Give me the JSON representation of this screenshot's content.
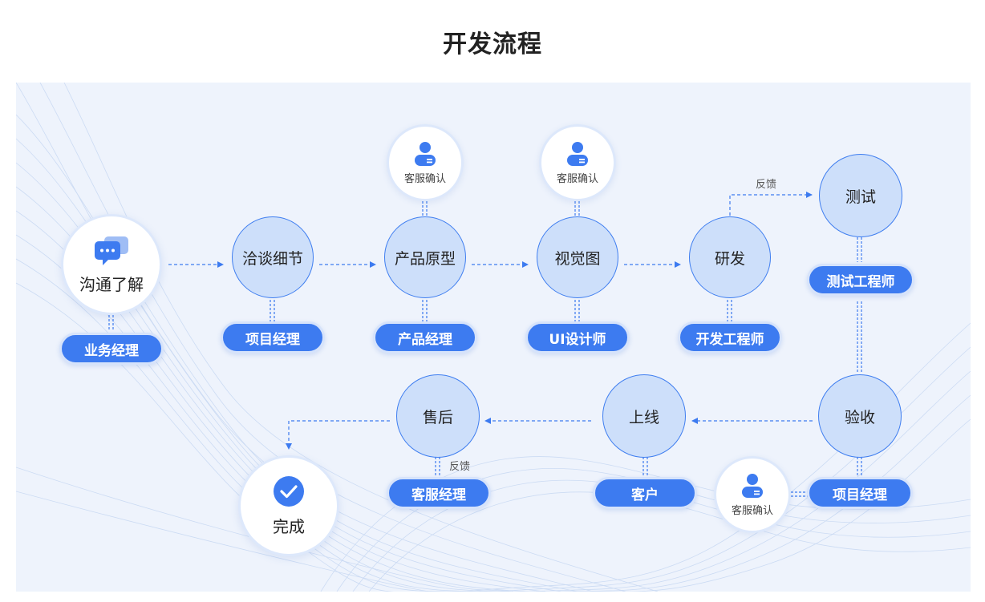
{
  "title": "开发流程",
  "nodes": {
    "start": "沟通了解",
    "negotiate": "洽谈细节",
    "prototype": "产品原型",
    "visual": "视觉图",
    "develop": "研发",
    "test": "测试",
    "accept": "验收",
    "launch": "上线",
    "aftersale": "售后",
    "done": "完成"
  },
  "roles": {
    "business_manager": "业务经理",
    "project_manager": "项目经理",
    "product_manager": "产品经理",
    "ui_designer": "UI设计师",
    "developer": "开发工程师",
    "test_engineer": "测试工程师",
    "project_manager_2": "项目经理",
    "customer": "客户",
    "service_manager": "客服经理"
  },
  "confirm_label": "客服确认",
  "feedback_label": "反馈",
  "colors": {
    "accent": "#3d7bf0",
    "node_fill": "#cddffa",
    "panel": "#eef3fc"
  }
}
